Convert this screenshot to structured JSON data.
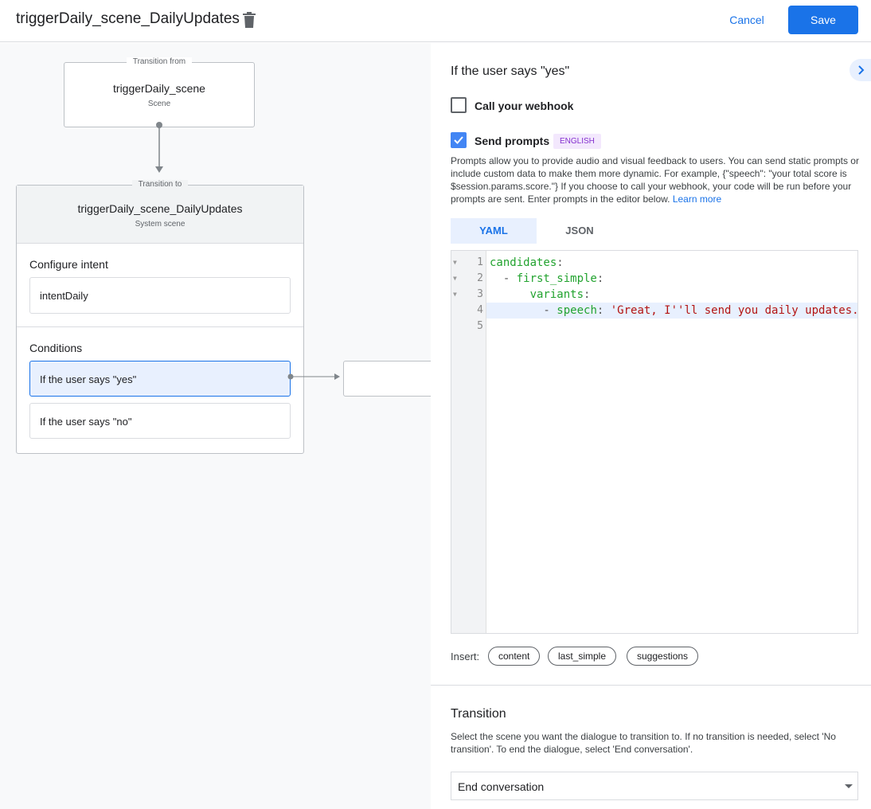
{
  "header": {
    "title": "triggerDaily_scene_DailyUpdates",
    "cancel": "Cancel",
    "save": "Save"
  },
  "canvas": {
    "from": {
      "legend": "Transition from",
      "name": "triggerDaily_scene",
      "type": "Scene"
    },
    "to": {
      "legend": "Transition to",
      "name": "triggerDaily_scene_DailyUpdates",
      "type": "System scene",
      "configure_intent_label": "Configure intent",
      "intent": "intentDaily",
      "conditions_label": "Conditions",
      "conditions": [
        "If the user says \"yes\"",
        "If the user says \"no\""
      ]
    }
  },
  "panel": {
    "title": "If the user says \"yes\"",
    "webhook_label": "Call your webhook",
    "webhook_checked": false,
    "prompts_label": "Send prompts",
    "prompts_checked": true,
    "language_badge": "ENGLISH",
    "description": "Prompts allow you to provide audio and visual feedback to users. You can send static prompts or include custom data to make them more dynamic. For example, {\"speech\": \"your total score is $session.params.score.\"} If you choose to call your webhook, your code will be run before your prompts are sent. Enter prompts in the editor below.",
    "learn_more": "Learn more",
    "tabs": [
      {
        "label": "YAML",
        "active": true
      },
      {
        "label": "JSON",
        "active": false
      }
    ],
    "code": {
      "l1k": "candidates",
      "l2k": "first_simple",
      "l3k": "variants",
      "l4k": "speech",
      "l4v": "'Great, I''ll send you daily updates."
    },
    "insert_label": "Insert:",
    "insert_chips": [
      "content",
      "last_simple",
      "suggestions"
    ],
    "transition_title": "Transition",
    "transition_desc": "Select the scene you want the dialogue to transition to. If no transition is needed, select 'No transition'. To end the dialogue, select 'End conversation'.",
    "transition_value": "End conversation"
  },
  "colors": {
    "accent": "#1a73e8",
    "selected_bg": "#e8f0fe",
    "badge_bg": "#f3e8fd",
    "badge_text": "#8430ce"
  }
}
